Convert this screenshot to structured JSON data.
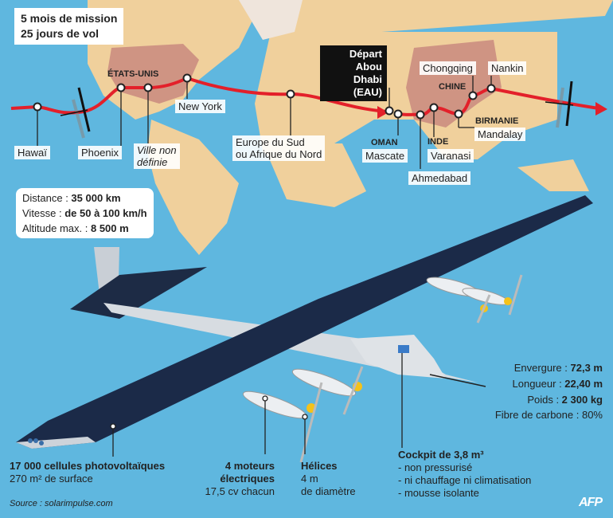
{
  "header": {
    "line1": "5 mois de mission",
    "line2": "25 jours de vol"
  },
  "stats": [
    {
      "label": "Distance : ",
      "value": "35 000 km"
    },
    {
      "label": "Vitesse : ",
      "value": "de 50 à 100 km/h"
    },
    {
      "label": "Altitude max. : ",
      "value": "8 500 m"
    }
  ],
  "countries": {
    "usa": "ÉTATS-UNIS",
    "oman": "OMAN",
    "inde": "INDE",
    "chine": "CHINE",
    "birmanie": "BIRMANIE"
  },
  "stops": {
    "hawai": "Hawaï",
    "phoenix": "Phoenix",
    "ville1": "Ville non",
    "ville2": "définie",
    "newyork": "New York",
    "europe1": "Europe du Sud",
    "europe2": "ou Afrique du Nord",
    "depart1": "Départ",
    "depart2": "Abou Dhabi",
    "depart3": "(EAU)",
    "mascate": "Mascate",
    "ahmedabad": "Ahmedabad",
    "varanasi": "Varanasi",
    "mandalay": "Mandalay",
    "chongqing": "Chongqing",
    "nankin": "Nankin"
  },
  "specs": [
    {
      "label": "Envergure : ",
      "value": "72,3 m"
    },
    {
      "label": "Longueur : ",
      "value": "22,40 m"
    },
    {
      "label": "Poids : ",
      "value": "2 300 kg"
    },
    {
      "label": "Fibre de carbone : ",
      "value": "80%"
    }
  ],
  "captions": {
    "cells_title": "17 000 cellules photovoltaïques",
    "cells_sub": "270 m² de surface",
    "motors_title1": "4 moteurs",
    "motors_title2": "électriques",
    "motors_sub": "17,5 cv chacun",
    "helices_title": "Hélices",
    "helices_sub1": "4 m",
    "helices_sub2": "de diamètre",
    "cockpit_title": "Cockpit de 3,8 m³",
    "cockpit_items": [
      "- non pressurisé",
      "- ni chauffage ni climatisation",
      "- mousse isolante"
    ]
  },
  "source": "Source : solarimpulse.com",
  "logo": "AFP",
  "colors": {
    "route": "#e3202a",
    "ocean": "#5fb7df",
    "land": "#f1d3a0",
    "highlight": "#c98a7f"
  }
}
